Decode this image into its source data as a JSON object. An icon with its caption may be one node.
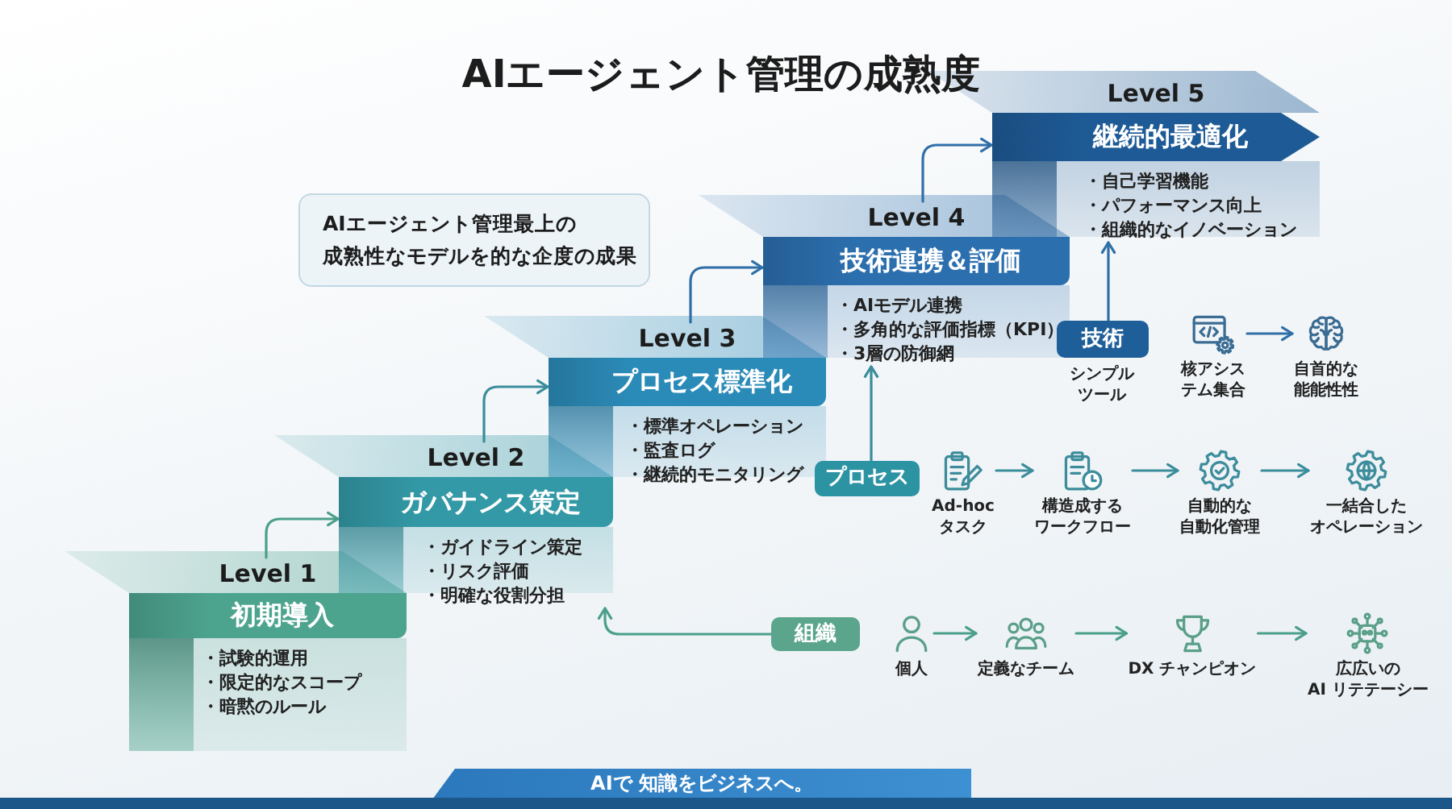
{
  "diagram": {
    "title": "AIエージェント管理の成熟度",
    "nodes": [
      {
        "text": [
          "AIエージェント管理最上の成熟性なモデルを的な企度の成果"
        ]
      },
      {
        "text": [
          "Level 1",
          "初期導入",
          "・試験的運用",
          "・限定的なスコープ",
          "・暗黙のルール"
        ]
      },
      {
        "text": [
          "Level 2",
          "ガバナンス策定",
          "・ガイドライン策定",
          "・リスク評価",
          "・明確な役割分担"
        ]
      },
      {
        "text": [
          "Level 3",
          "プロセス標準化",
          "・標準オペレーション",
          "・監査ログ",
          "・継続的モニタリング"
        ]
      },
      {
        "text": [
          "Level 4",
          "技術連携＆評価",
          "・AIモデル連携",
          "・多角的な評価指標（KPI）",
          "・3層の防御網"
        ]
      },
      {
        "text": [
          "Level 5",
          "継続的最適化",
          "・自己学習機能",
          "・パフォーマンス向上",
          "・組織的なイノベーション"
        ]
      },
      {
        "text": [
          "技術"
        ]
      },
      {
        "text": [
          "核アシステム集合"
        ]
      },
      {
        "text": [
          "自首的な能能性性"
        ]
      },
      {
        "text": [
          "プロセス"
        ]
      },
      {
        "text": [
          "Ad-hocタスク"
        ]
      },
      {
        "text": [
          "構造成するワークフロー"
        ]
      },
      {
        "text": [
          "自動的な自動化管理"
        ]
      },
      {
        "text": [
          "一結合したオペレーション"
        ]
      },
      {
        "text": [
          "組織"
        ]
      },
      {
        "text": [
          "個人"
        ]
      },
      {
        "text": [
          "定義なチーム"
        ]
      },
      {
        "text": [
          "DX チャンピオン"
        ]
      },
      {
        "text": [
          "広広いのAI リテテーシー"
        ]
      }
    ],
    "edges": [
      {
        "from": 1,
        "to": 2,
        "arrow": "to",
        "color": "#4a9f8a"
      },
      {
        "from": 2,
        "to": 3,
        "arrow": "to"
      },
      {
        "from": 3,
        "to": 4,
        "arrow": "to",
        "color": "#2f6fa8"
      },
      {
        "from": 4,
        "to": 5,
        "arrow": "to",
        "color": "#2f6fa8"
      },
      {
        "from": 6,
        "to": 5,
        "arrow": "to",
        "color": "#2f6fa8"
      },
      {
        "from": 7,
        "to": 8,
        "arrow": "to",
        "color": "#2f6fa8"
      },
      {
        "from": 9,
        "to": 4,
        "arrow": "to"
      },
      {
        "from": 10,
        "to": 11,
        "arrow": "to"
      },
      {
        "from": 11,
        "to": 12,
        "arrow": "to"
      },
      {
        "from": 12,
        "to": 13,
        "arrow": "to"
      },
      {
        "from": 14,
        "to": 2,
        "arrow": "to",
        "color": "#4a9f8a"
      },
      {
        "from": 15,
        "to": 16,
        "arrow": "to",
        "color": "#4a9f8a"
      },
      {
        "from": 16,
        "to": 17,
        "arrow": "to",
        "color": "#4a9f8a"
      },
      {
        "from": 17,
        "to": 18,
        "arrow": "to",
        "color": "#4a9f8a"
      }
    ],
    "labels": [
      "シンプルツール",
      "AIで 知識をビジネスへ。"
    ]
  }
}
